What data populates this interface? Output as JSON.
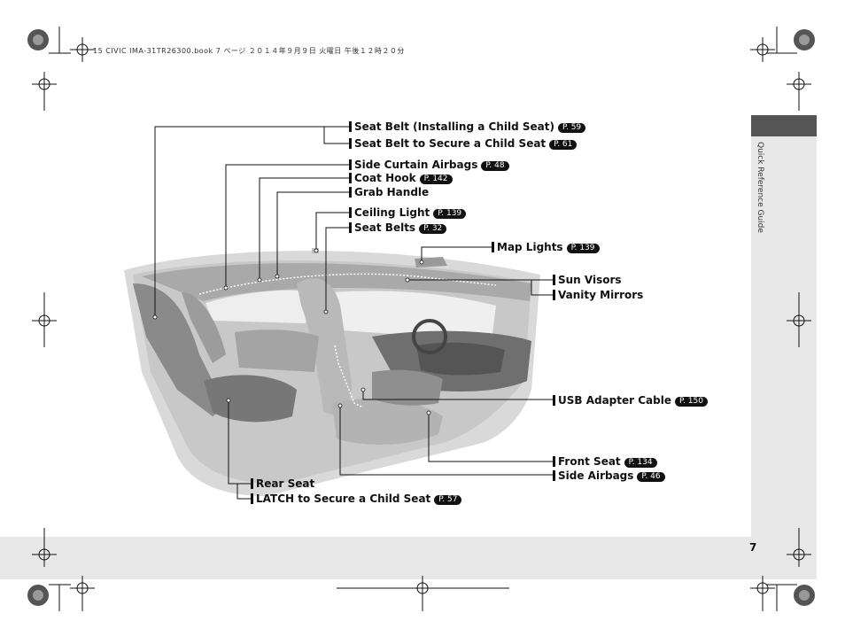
{
  "header": {
    "print_info": "15 CIVIC IMA-31TR26300.book  7 ページ  ２０１４年９月９日  火曜日  午後１２時２０分"
  },
  "side_tab": {
    "label": "Quick Reference Guide"
  },
  "page_number": "7",
  "callouts": {
    "seat_belt_child": {
      "label": "Seat Belt (Installing a Child Seat)",
      "ref": "P. 59"
    },
    "seat_belt_secure": {
      "label": "Seat Belt to Secure a Child Seat",
      "ref": "P. 61"
    },
    "side_curtain": {
      "label": "Side Curtain Airbags",
      "ref": "P. 48"
    },
    "coat_hook": {
      "label": "Coat Hook",
      "ref": "P. 142"
    },
    "grab_handle": {
      "label": "Grab Handle"
    },
    "ceiling_light": {
      "label": "Ceiling Light",
      "ref": "P. 139"
    },
    "seat_belts": {
      "label": "Seat Belts",
      "ref": "P. 32"
    },
    "map_lights": {
      "label": "Map Lights",
      "ref": "P. 139"
    },
    "sun_visors": {
      "label": "Sun Visors"
    },
    "vanity_mirrors": {
      "label": "Vanity Mirrors"
    },
    "usb_cable": {
      "label": "USB Adapter Cable",
      "ref": "P. 150"
    },
    "front_seat": {
      "label": "Front Seat",
      "ref": "P. 134"
    },
    "side_airbags": {
      "label": "Side Airbags",
      "ref": "P. 46"
    },
    "rear_seat": {
      "label": "Rear Seat"
    },
    "latch": {
      "label": "LATCH to Secure a Child Seat",
      "ref": "P. 57"
    }
  }
}
